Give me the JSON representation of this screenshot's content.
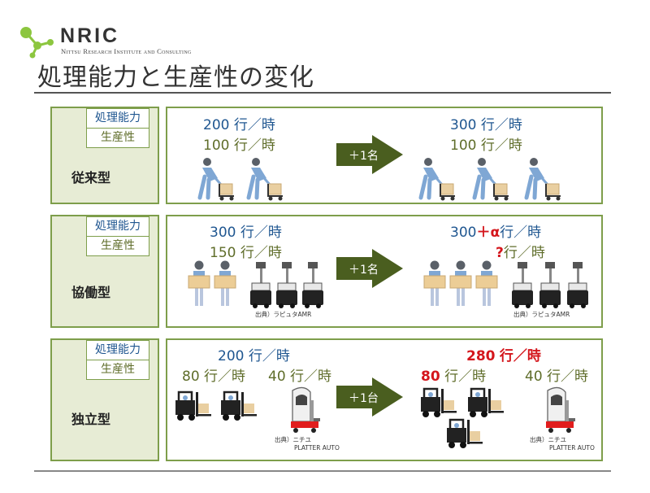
{
  "header": {
    "logo": "NRIC",
    "subtitle": "Nittsu Research Institute and Consulting",
    "title": "処理能力と生産性の変化"
  },
  "tags": {
    "capacity": "処理能力",
    "productivity": "生産性"
  },
  "rows": [
    {
      "type": "従来型",
      "before": {
        "capacity": "200 行／時",
        "productivity": "100 行／時"
      },
      "change": "＋1名",
      "after": {
        "capacity": "300 行／時",
        "productivity": "100 行／時"
      }
    },
    {
      "type": "協働型",
      "before": {
        "capacity": "300 行／時",
        "productivity": "150 行／時"
      },
      "change": "＋1名",
      "after": {
        "capacity_num": "300",
        "capacity_plus": "＋α",
        "capacity_unit": "行／時",
        "productivity_mark": "?",
        "productivity_unit": "行／時"
      },
      "source": "出典）ラピュタAMR"
    },
    {
      "type": "独立型",
      "before": {
        "capacity": "200 行／時",
        "productivity_a": "80 行／時",
        "productivity_b": "40 行／時"
      },
      "change": "＋1台",
      "after": {
        "capacity_num": "280",
        "capacity_unit": "行／時",
        "productivity_a_num": "80",
        "productivity_a_unit": "行／時",
        "productivity_b": "40 行／時"
      },
      "source_line1": "出典）ニチユ",
      "source_line2": "PLATTER AUTO"
    }
  ],
  "colors": {
    "green": "#7e9e4b",
    "arrow": "#4a5e1f",
    "blue": "#1f5690",
    "olive": "#5f6d2a",
    "red": "#d4161c",
    "label_bg": "#e7ecd5"
  },
  "icons": [
    "worker-pushing-cart-icon",
    "worker-carrying-box-icon",
    "amr-robot-icon",
    "forklift-icon",
    "platter-auto-icon"
  ]
}
